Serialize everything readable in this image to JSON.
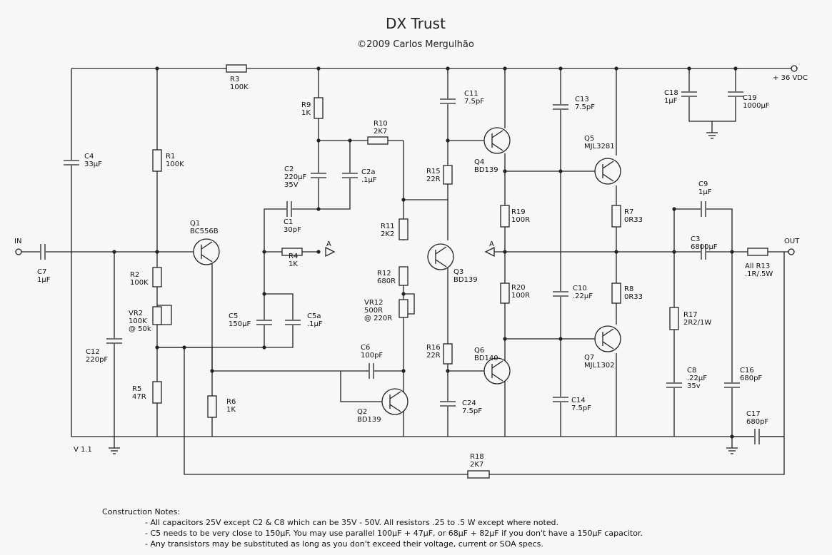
{
  "title": "DX Trust",
  "copyright": "©2009 Carlos Mergulhão",
  "version": "V 1.1",
  "supply": "+ 36 VDC",
  "terminals": {
    "in": "IN",
    "out": "OUT"
  },
  "nodes": {
    "a1": "A",
    "a2": "A"
  },
  "components": {
    "c4": [
      "C4",
      "33µF"
    ],
    "c7": [
      "C7",
      "1µF"
    ],
    "c12": [
      "C12",
      "220pF"
    ],
    "r1": [
      "R1",
      "100K"
    ],
    "r2": [
      "R2",
      "100K"
    ],
    "vr2": [
      "VR2",
      "100K",
      "@ 50k"
    ],
    "r5": [
      "R5",
      "47R"
    ],
    "r3": [
      "R3",
      "100K"
    ],
    "q1": [
      "Q1",
      "BC556B"
    ],
    "r6": [
      "R6",
      "1K"
    ],
    "c1": [
      "C1",
      "30pF"
    ],
    "r4": [
      "R4",
      "1K"
    ],
    "c5": [
      "C5",
      "150µF"
    ],
    "c5a": [
      "C5a",
      ".1µF"
    ],
    "r9": [
      "R9",
      "1K"
    ],
    "c2": [
      "C2",
      "220µF",
      "35V"
    ],
    "c2a": [
      "C2a",
      ".1µF"
    ],
    "r10": [
      "R10",
      "2K7"
    ],
    "r11": [
      "R11",
      "2K2"
    ],
    "r12": [
      "R12",
      "680R"
    ],
    "vr12": [
      "VR12",
      "500R",
      "@ 220R"
    ],
    "c6": [
      "C6",
      "100pF"
    ],
    "q2": [
      "Q2",
      "BD139"
    ],
    "q3": [
      "Q3",
      "BD139"
    ],
    "r15": [
      "R15",
      "22R"
    ],
    "r16": [
      "R16",
      "22R"
    ],
    "c11": [
      "C11",
      "7.5pF"
    ],
    "c24": [
      "C24",
      "7.5pF"
    ],
    "q4": [
      "Q4",
      "BD139"
    ],
    "q6": [
      "Q6",
      "BD140"
    ],
    "r19": [
      "R19",
      "100R"
    ],
    "r20": [
      "R20",
      "100R"
    ],
    "c13": [
      "C13",
      "7.5pF"
    ],
    "c10": [
      "C10",
      ".22µF"
    ],
    "c14": [
      "C14",
      "7.5pF"
    ],
    "q5": [
      "Q5",
      "MJL3281"
    ],
    "q7": [
      "Q7",
      "MJL1302"
    ],
    "r7": [
      "R7",
      "0R33"
    ],
    "r8": [
      "R8",
      "0R33"
    ],
    "c18": [
      "C18",
      "1µF"
    ],
    "c19": [
      "C19",
      "1000µF"
    ],
    "c9": [
      "C9",
      "1µF"
    ],
    "c3": [
      "C3",
      "6800µF"
    ],
    "r13": [
      "All R13",
      ".1R/.5W"
    ],
    "r17": [
      "R17",
      "2R2/1W"
    ],
    "c8": [
      "C8",
      ".22µF",
      "35v"
    ],
    "c16": [
      "C16",
      "680pF"
    ],
    "c17": [
      "C17",
      "680pF"
    ],
    "r18": [
      "R18",
      "2K7"
    ]
  },
  "notes": {
    "heading": "Construction Notes:",
    "items": [
      "- All capacitors 25V except C2 & C8 which can be 35V - 50V. All resistors .25 to .5 W except where noted.",
      "- C5 needs to be very close to 150µF. You may use parallel 100µF + 47µF, or 68µF + 82µF if you don't have a 150µF capacitor.",
      "- Any transistors may be substituted as long as you don't exceed their voltage,  current or SOA specs."
    ]
  }
}
